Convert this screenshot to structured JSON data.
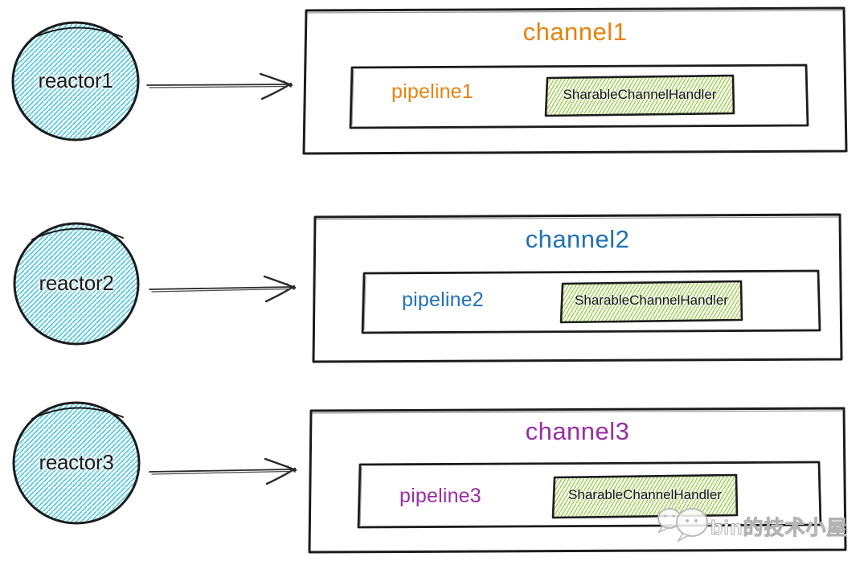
{
  "diagram": {
    "rows": [
      {
        "reactor": "reactor1",
        "channel": "channel1",
        "pipeline": "pipeline1",
        "handler": "SharableChannelHandler",
        "color": "#E8820D"
      },
      {
        "reactor": "reactor2",
        "channel": "channel2",
        "pipeline": "pipeline2",
        "handler": "SharableChannelHandler",
        "color": "#2072B7"
      },
      {
        "reactor": "reactor3",
        "channel": "channel3",
        "pipeline": "pipeline3",
        "handler": "SharableChannelHandler",
        "color": "#9A2DA3"
      }
    ],
    "colors": {
      "outline": "#1c1c1c",
      "reactor_hatch": "#55C8DD",
      "handler_hatch": "#9CCB4E",
      "watermark_gray": "#B3B3B3"
    },
    "watermark": {
      "text": "bin的技术小屋",
      "icon": "wechat-chat-bubbles-icon"
    }
  }
}
